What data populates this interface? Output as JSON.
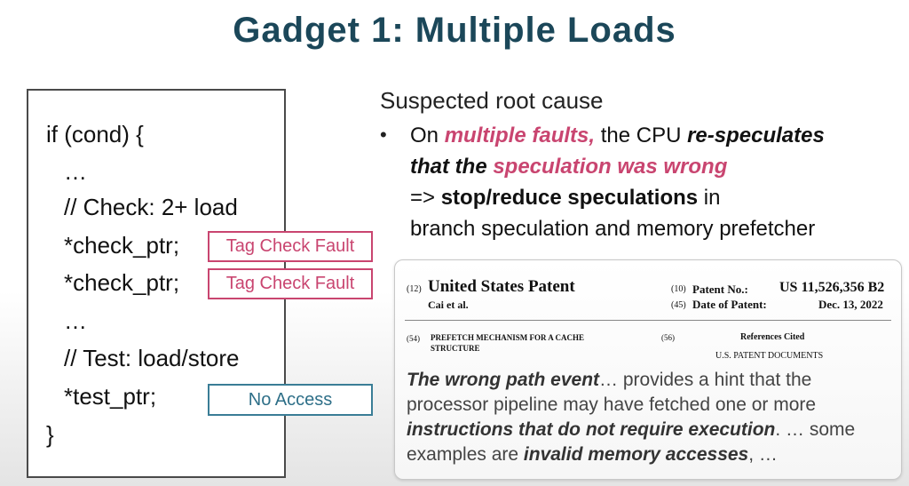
{
  "title": "Gadget 1: Multiple Loads",
  "code": {
    "lines": [
      "if (cond) {",
      "…",
      "// Check: 2+ load",
      "*check_ptr;",
      "*check_ptr;",
      "…",
      "// Test: load/store",
      "*test_ptr;",
      "}"
    ],
    "tag1": "Tag Check Fault",
    "tag2": "Tag Check Fault",
    "no_access": "No Access"
  },
  "root_cause": {
    "heading": "Suspected root cause",
    "bullet": "•",
    "l1_a": "On ",
    "l1_b": "multiple faults,",
    "l1_c": " the CPU ",
    "l1_d": "re-speculates",
    "l2_a": "that the ",
    "l2_b": "speculation was wrong",
    "l3_a": "=> ",
    "l3_b": "stop/reduce speculations",
    "l3_c": " in",
    "l4": "branch speculation and memory prefetcher"
  },
  "patent": {
    "n12": "(12)",
    "type": "United States Patent",
    "authors": "Cai et al.",
    "n10": "(10)",
    "patent_no_label": "Patent No.:",
    "patent_no": "US 11,526,356 B2",
    "n45": "(45)",
    "date_label": "Date of Patent:",
    "date": "Dec. 13, 2022",
    "n54": "(54)",
    "title_l1": "PREFETCH MECHANISM FOR A CACHE",
    "title_l2": "STRUCTURE",
    "n56": "(56)",
    "refs": "References Cited",
    "docs": "U.S. PATENT DOCUMENTS",
    "q1_a": "The wrong path event",
    "q1_b": "… provides a hint that the",
    "q2": "processor pipeline may have fetched one or more",
    "q3_a": "instructions that do not require execution",
    "q3_b": ". … some",
    "q4_a": "examples are ",
    "q4_b": "invalid memory accesses",
    "q4_c": ", …"
  }
}
